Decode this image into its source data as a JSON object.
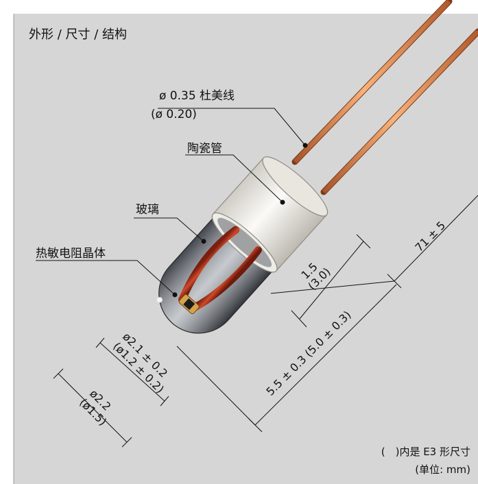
{
  "title": "外形 / 尺寸 / 结构",
  "labels": {
    "wire": "ø 0.35 杜美线",
    "wire_alt": "(ø 0.20)",
    "ceramic_tube": "陶瓷管",
    "glass": "玻璃",
    "thermistor_crystal": "热敏电阻晶体"
  },
  "dimensions": {
    "lead_length": "71 ± 5",
    "seal_length": "1.5",
    "seal_length_alt": "(3.0)",
    "body_length": "5.5 ± 0.3 (5.0 ± 0.3)",
    "glass_dia": "ø2.1 ± 0.2",
    "glass_dia_alt": "(ø1.2 ± 0.2)",
    "body_dia": "ø2.2",
    "body_dia_alt": "(ø1.5)"
  },
  "notes": {
    "line1": "(　)内是 E3 形尺寸",
    "line2": "(单位: mm)"
  },
  "colors": {
    "background": "#d6d6d6",
    "wire": "#e0874a",
    "ceramic": "#f2f0ec",
    "element_red": "#b3361e",
    "chip_gold": "#d6a24a"
  }
}
